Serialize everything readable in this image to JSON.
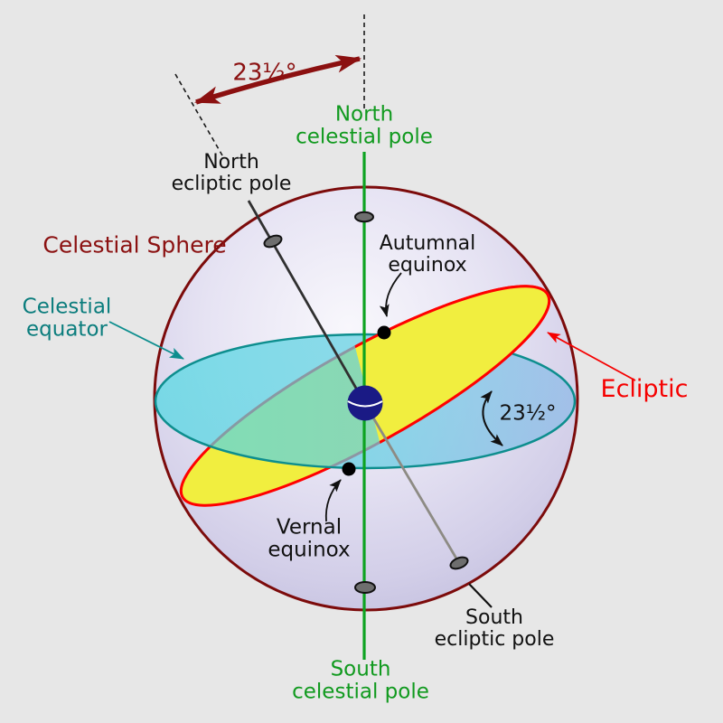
{
  "angles": {
    "axial_tilt": "23½°",
    "obliquity": "23½°"
  },
  "labels": {
    "north_celestial_pole": "North\ncelestial pole",
    "south_celestial_pole": "South\ncelestial pole",
    "north_ecliptic_pole": "North\necliptic pole",
    "south_ecliptic_pole": "South\necliptic pole",
    "celestial_sphere": "Celestial Sphere",
    "celestial_equator": "Celestial\nequator",
    "ecliptic": "Ecliptic",
    "autumnal_equinox": "Autumnal\nequinox",
    "vernal_equinox": "Vernal\nequinox"
  },
  "colors": {
    "background": "#e7e7e7",
    "sphere_outline_dark_red": "#7c0b0b",
    "sphere_fill_lavender": "#c3bedd",
    "ecliptic_red": "#ff0000",
    "ecliptic_fill_yellow": "#f1ee3f",
    "equator_stroke_teal": "#0d8e8e",
    "equator_fill_cyan": "#52d9e3",
    "equator_fill_blue": "#8fb9e8",
    "overlap_green": "#8edc8e",
    "celestial_axis_green": "#0da321",
    "ecliptic_axis_gray": "#303030",
    "earth_navy": "#1a1a85",
    "tilt_arrow_dark_red": "#8b1010",
    "pole_marker_gray": "#6e6e6e",
    "equinox_dot_black": "#000000"
  }
}
